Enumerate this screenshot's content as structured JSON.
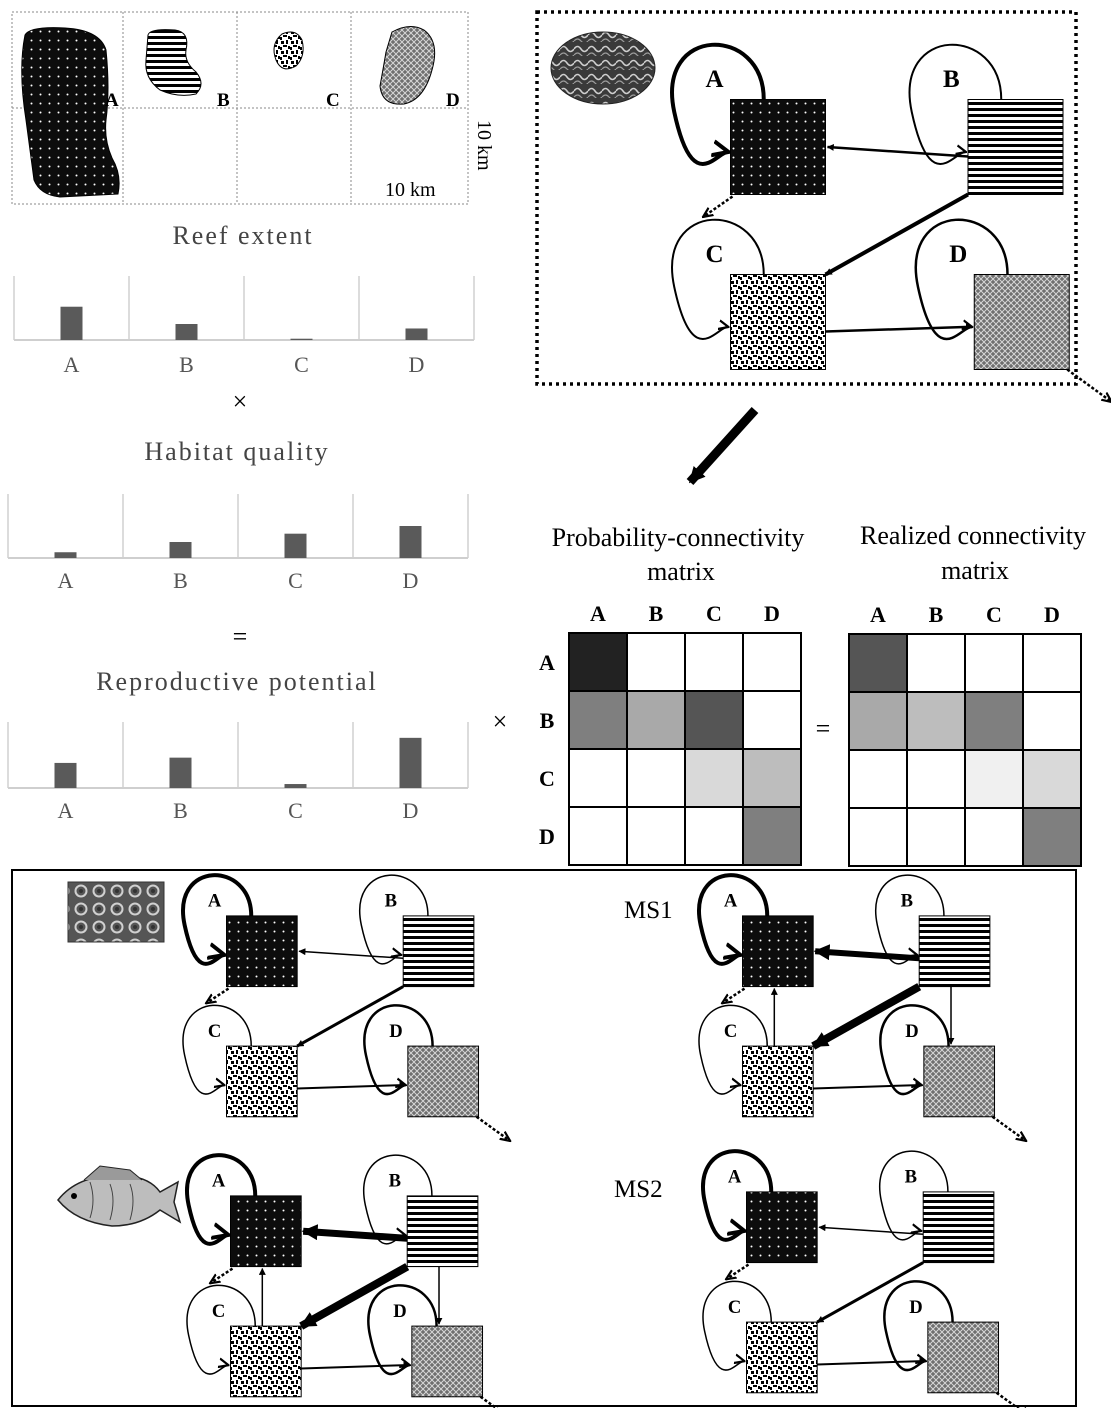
{
  "map": {
    "reef_labels": [
      "A",
      "B",
      "C",
      "D"
    ],
    "scale_x": "10 km",
    "scale_y": "10 km"
  },
  "titles": {
    "reef_extent": "Reef extent",
    "habitat_quality": "Habitat quality",
    "reproductive_potential": "Reproductive potential",
    "times_1": "×",
    "equals_1": "=",
    "times_2": "×",
    "equals_2": "=",
    "prob_matrix_line1": "Probability-connectivity",
    "prob_matrix_line2": "matrix",
    "real_matrix_line1": "Realized connectivity",
    "real_matrix_line2": "matrix"
  },
  "chart_data": [
    {
      "type": "bar",
      "categories": [
        "A",
        "B",
        "C",
        "D"
      ],
      "values": [
        0.52,
        0.25,
        0.02,
        0.18
      ],
      "title": "Reef extent",
      "ylim": [
        0,
        1
      ]
    },
    {
      "type": "bar",
      "categories": [
        "A",
        "B",
        "C",
        "D"
      ],
      "values": [
        0.09,
        0.25,
        0.38,
        0.5
      ],
      "title": "Habitat quality",
      "ylim": [
        0,
        1
      ]
    },
    {
      "type": "bar",
      "categories": [
        "A",
        "B",
        "C",
        "D"
      ],
      "values": [
        0.38,
        0.46,
        0.06,
        0.76
      ],
      "title": "Reproductive potential",
      "ylim": [
        0,
        1
      ]
    }
  ],
  "matrices": {
    "labels": [
      "A",
      "B",
      "C",
      "D"
    ],
    "probability": [
      [
        "#222222",
        "#ffffff",
        "#ffffff",
        "#ffffff"
      ],
      [
        "#7f7f7f",
        "#a9a9a9",
        "#555555",
        "#ffffff"
      ],
      [
        "#ffffff",
        "#ffffff",
        "#d9d9d9",
        "#bdbdbd"
      ],
      [
        "#ffffff",
        "#ffffff",
        "#ffffff",
        "#7f7f7f"
      ]
    ],
    "realized": [
      [
        "#555555",
        "#ffffff",
        "#ffffff",
        "#ffffff"
      ],
      [
        "#a9a9a9",
        "#bdbdbd",
        "#7f7f7f",
        "#ffffff"
      ],
      [
        "#ffffff",
        "#ffffff",
        "#f0f0f0",
        "#d9d9d9"
      ],
      [
        "#ffffff",
        "#ffffff",
        "#ffffff",
        "#7f7f7f"
      ]
    ]
  },
  "networks": {
    "ms1_label": "MS1",
    "ms2_label": "MS2",
    "node_labels": [
      "A",
      "B",
      "C",
      "D"
    ]
  },
  "icons": [
    "brain-coral-icon",
    "coral-closeup-icon",
    "fish-icon",
    "flow-arrow-icon"
  ]
}
